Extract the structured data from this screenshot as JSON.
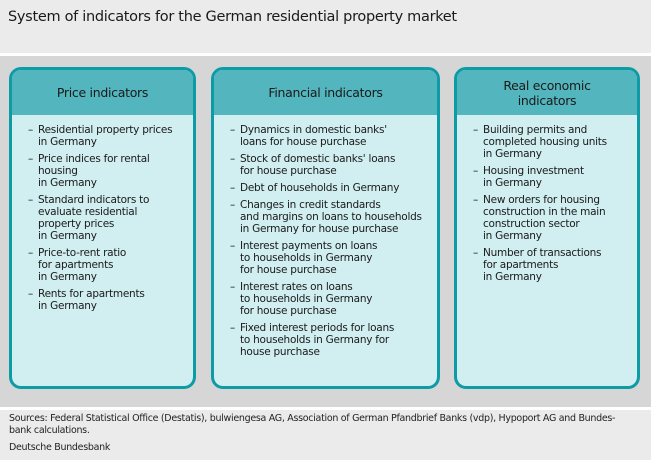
{
  "title": "System of indicators for the German residential property market",
  "columns": [
    {
      "heading": "Price indicators",
      "items": [
        "Residential property prices\nin Germany",
        "Price indices for rental housing\nin Germany",
        "Standard indicators to\nevaluate residential\nproperty prices\nin Germany",
        "Price-to-rent ratio\nfor apartments\nin Germany",
        "Rents for apartments\nin Germany"
      ]
    },
    {
      "heading": "Financial indicators",
      "items": [
        "Dynamics in domestic banks'\nloans for house purchase",
        "Stock of domestic banks' loans\nfor house purchase",
        "Debt of households in Germany",
        "Changes in credit standards\nand margins on loans to households\nin Germany for house purchase",
        "Interest payments on loans\nto households in Germany\nfor house purchase",
        "Interest rates on loans\nto households in Germany\nfor house purchase",
        "Fixed interest periods for loans\nto households in Germany for\nhouse purchase"
      ]
    },
    {
      "heading": "Real economic\nindicators",
      "items": [
        "Building permits and\ncompleted housing units\nin Germany",
        "Housing investment\nin Germany",
        "New orders for housing\nconstruction in the main\nconstruction sector\nin Germany",
        "Number of transactions\nfor apartments\nin Germany"
      ]
    }
  ],
  "sources": "Sources: Federal Statistical Office (Destatis), bulwiengesa AG, Association of German Pfandbrief Banks (vdp), Hypoport AG and Bundes-\nbank calculations.",
  "publisher": "Deutsche Bundesbank",
  "colors": {
    "border": "#0d9ba6",
    "header": "#53b6be",
    "body": "#d1eff1"
  }
}
